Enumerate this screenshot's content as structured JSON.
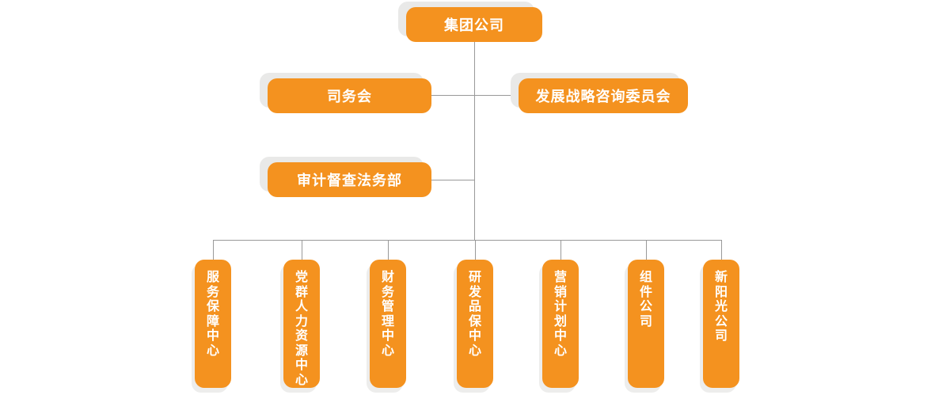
{
  "page": {
    "background": "#FFFFFF"
  },
  "colors": {
    "node_fill": "#F4921F",
    "node_text": "#FFFFFF",
    "node_shadow": "#E9E9E8",
    "connector_line": "#999999"
  },
  "org_chart": {
    "root": {
      "label": "集团公司"
    },
    "committees": [
      {
        "label": "司务会"
      },
      {
        "label": "发展战略咨询委员会"
      }
    ],
    "audit": {
      "label": "审计督查法务部"
    },
    "departments": [
      {
        "label": "服务保障中心"
      },
      {
        "label": "党群人力资源中心"
      },
      {
        "label": "财务管理中心"
      },
      {
        "label": "研发品保中心"
      },
      {
        "label": "营销计划中心"
      },
      {
        "label": "组件公司"
      },
      {
        "label": "新阳光公司"
      }
    ]
  }
}
